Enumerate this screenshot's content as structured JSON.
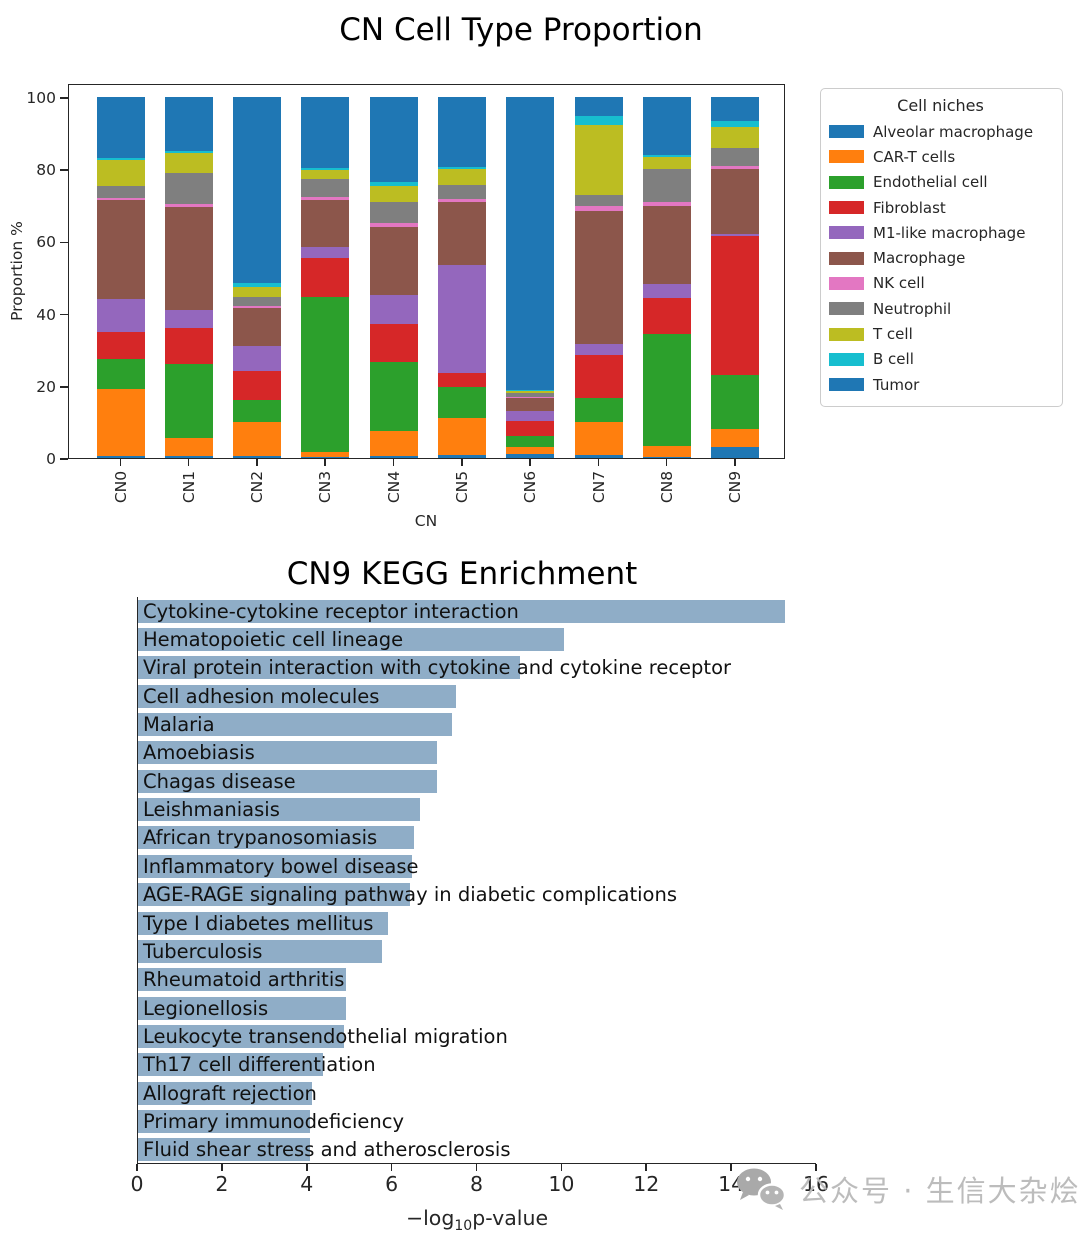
{
  "chart_data": [
    {
      "type": "bar",
      "stacked": true,
      "title": "CN Cell Type Proportion",
      "xlabel": "CN",
      "ylabel": "Proportion %",
      "ylim": [
        0,
        100
      ],
      "yticks": [
        0,
        20,
        40,
        60,
        80,
        100
      ],
      "grid": false,
      "legend_title": "Cell niches",
      "legend_position": "right-outside",
      "categories": [
        "CN0",
        "CN1",
        "CN2",
        "CN3",
        "CN4",
        "CN5",
        "CN6",
        "CN7",
        "CN8",
        "CN9"
      ],
      "series": [
        {
          "name": "Alveolar macrophage",
          "color": "#1f77b4",
          "values": [
            0.5,
            0.5,
            0.5,
            0.3,
            0.5,
            0.7,
            1.0,
            0.9,
            0.3,
            3.0
          ]
        },
        {
          "name": "CAR-T cells",
          "color": "#ff7f0e",
          "values": [
            18.5,
            5.0,
            9.5,
            1.5,
            7.0,
            10.5,
            2.0,
            9.1,
            3.0,
            5.0
          ]
        },
        {
          "name": "Endothelial cell",
          "color": "#2ca02c",
          "values": [
            8.5,
            20.5,
            6.0,
            42.7,
            19.0,
            8.5,
            3.2,
            6.5,
            31.0,
            15.0
          ]
        },
        {
          "name": "Fibroblast",
          "color": "#d62728",
          "values": [
            7.5,
            10.0,
            8.0,
            11.0,
            10.7,
            3.8,
            4.0,
            12.0,
            10.0,
            38.5
          ]
        },
        {
          "name": "M1-like macrophage",
          "color": "#9467bd",
          "values": [
            9.0,
            5.0,
            7.0,
            3.0,
            8.0,
            30.0,
            2.7,
            3.0,
            4.0,
            0.5
          ]
        },
        {
          "name": "Macrophage",
          "color": "#8c564b",
          "values": [
            27.5,
            28.5,
            10.5,
            13.0,
            18.7,
            17.5,
            3.6,
            37.0,
            21.5,
            18.0
          ]
        },
        {
          "name": "NK cell",
          "color": "#e377c2",
          "values": [
            0.5,
            1.0,
            0.5,
            0.8,
            1.1,
            0.7,
            0.4,
            1.3,
            1.2,
            1.0
          ]
        },
        {
          "name": "Neutrophil",
          "color": "#7f7f7f",
          "values": [
            3.5,
            8.5,
            2.5,
            5.0,
            6.0,
            4.0,
            1.0,
            3.0,
            9.0,
            4.8
          ]
        },
        {
          "name": "T cell",
          "color": "#bcbd22",
          "values": [
            7.0,
            5.5,
            3.0,
            2.5,
            4.3,
            4.3,
            0.6,
            19.5,
            3.5,
            6.0
          ]
        },
        {
          "name": "B cell",
          "color": "#17becf",
          "values": [
            0.5,
            0.5,
            1.0,
            0.6,
            1.2,
            0.5,
            0.3,
            2.5,
            0.5,
            1.5
          ]
        },
        {
          "name": "Tumor",
          "color": "#1f77b4",
          "values": [
            17.0,
            15.0,
            51.5,
            19.6,
            23.5,
            19.5,
            81.2,
            5.2,
            16.0,
            6.7
          ]
        }
      ]
    },
    {
      "type": "bar",
      "orientation": "horizontal",
      "title": "CN9 KEGG Enrichment",
      "xlabel": "−log10p-value",
      "xlabel_parts": {
        "prefix": "−log",
        "sub": "10",
        "suffix": "p-value"
      },
      "xlim": [
        0,
        16
      ],
      "xticks": [
        0,
        2,
        4,
        6,
        8,
        10,
        12,
        14,
        16
      ],
      "bar_color": "#8fadc7",
      "grid": false,
      "categories": [
        "Cytokine-cytokine receptor interaction",
        "Hematopoietic cell lineage",
        "Viral protein interaction with cytokine and cytokine receptor",
        "Cell adhesion molecules",
        "Malaria",
        "Amoebiasis",
        "Chagas disease",
        "Leishmaniasis",
        "African trypanosomiasis",
        "Inflammatory bowel disease",
        "AGE-RAGE signaling pathway in diabetic complications",
        "Type I diabetes mellitus",
        "Tuberculosis",
        "Rheumatoid arthritis",
        "Legionellosis",
        "Leukocyte transendothelial migration",
        "Th17 cell differentiation",
        "Allograft rejection",
        "Primary immunodeficiency",
        "Fluid shear stress and atherosclerosis"
      ],
      "values": [
        15.25,
        10.05,
        9.0,
        7.5,
        7.4,
        7.05,
        7.05,
        6.65,
        6.5,
        6.45,
        6.4,
        5.9,
        5.75,
        4.9,
        4.9,
        4.85,
        4.35,
        4.1,
        4.05,
        4.05
      ]
    }
  ],
  "watermark": {
    "text": "公众号 · 生信大杂烩"
  }
}
